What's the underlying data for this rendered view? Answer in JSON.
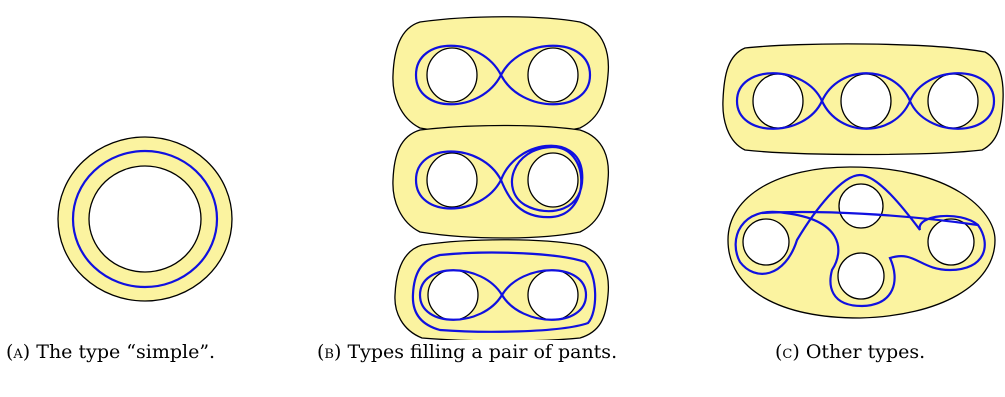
{
  "colors": {
    "surface_fill": "#fbf3a0",
    "outline": "#000000",
    "curve": "#1010e0"
  },
  "captions": {
    "a": {
      "label": "(a)",
      "text": "The type “simple”."
    },
    "b": {
      "label": "(b)",
      "text": "Types filling a pair of pants."
    },
    "c": {
      "label": "(c)",
      "text": "Other types."
    }
  }
}
